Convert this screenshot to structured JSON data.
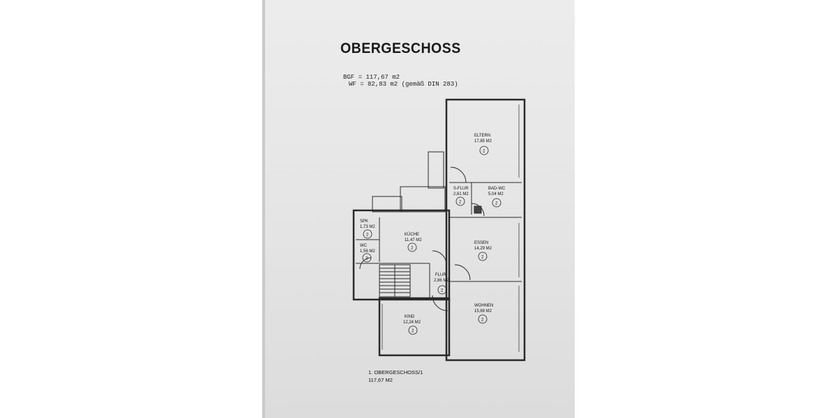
{
  "title": "OBERGESCHOSS",
  "areas": {
    "bgf": "BGF = 117,67 m2",
    "wf": "WF = 82,83 m2 (gemäß DIN 283)"
  },
  "rooms": [
    {
      "id": "eltern",
      "name": "ELTERN",
      "area": "17,85 M2",
      "level": "2"
    },
    {
      "id": "s-flur",
      "name": "S-FLUR",
      "area": "2,61 M2",
      "level": "2"
    },
    {
      "id": "bad-wc",
      "name": "BAD-WC",
      "area": "5,04 M2",
      "level": "2"
    },
    {
      "id": "spk",
      "name": "SPK",
      "area": "1,73 M2",
      "level": "2"
    },
    {
      "id": "kueche",
      "name": "KÜCHE",
      "area": "11,47 M2",
      "level": "2"
    },
    {
      "id": "wc",
      "name": "WC",
      "area": "1,56 M2",
      "level": "2"
    },
    {
      "id": "essen",
      "name": "ESSEN",
      "area": "14,29 M2",
      "level": "2"
    },
    {
      "id": "flur",
      "name": "FLUR",
      "area": "2,86 M2",
      "level": "2"
    },
    {
      "id": "wohnen",
      "name": "WOHNEN",
      "area": "15,69 M2",
      "level": "2"
    },
    {
      "id": "kind",
      "name": "KIND",
      "area": "12,24 M2",
      "level": "2"
    }
  ],
  "caption": {
    "line1": "1. OBERGESCHOSS/1",
    "line2": "117,67 M2"
  }
}
